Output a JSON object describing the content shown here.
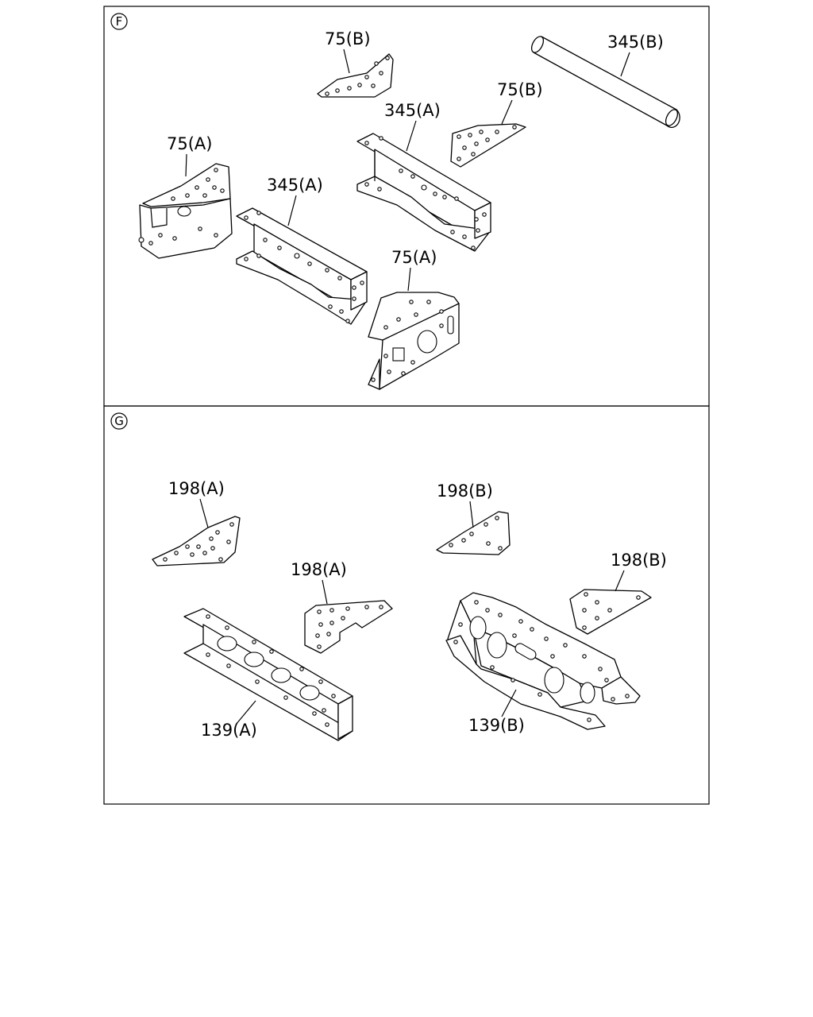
{
  "panels": [
    {
      "marker": "F",
      "callouts": [
        "75(B)",
        "345(B)",
        "75(B)",
        "345(A)",
        "75(A)",
        "345(A)",
        "75(A)"
      ]
    },
    {
      "marker": "G",
      "callouts": [
        "198(A)",
        "198(B)",
        "198(A)",
        "198(B)",
        "139(A)",
        "139(B)"
      ]
    }
  ]
}
